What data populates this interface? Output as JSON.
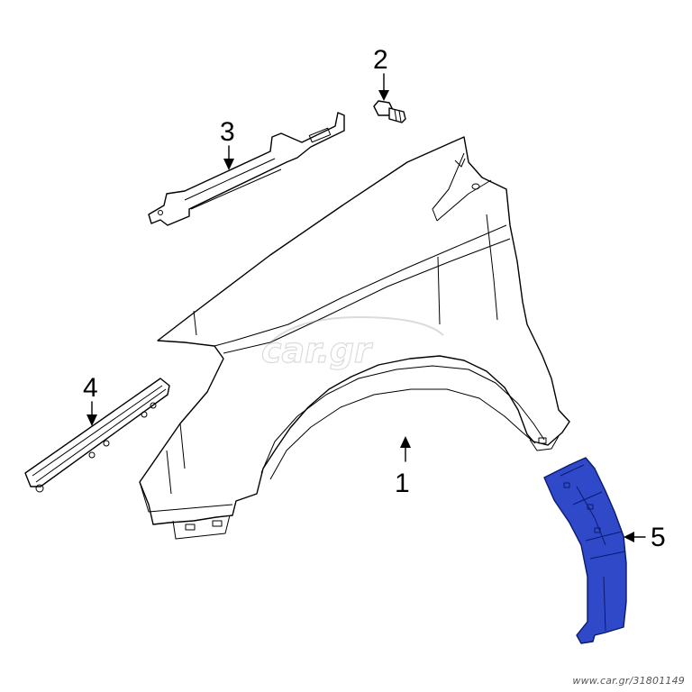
{
  "callouts": [
    {
      "id": "1",
      "label": "1"
    },
    {
      "id": "2",
      "label": "2"
    },
    {
      "id": "3",
      "label": "3"
    },
    {
      "id": "4",
      "label": "4"
    },
    {
      "id": "5",
      "label": "5"
    }
  ],
  "watermark": {
    "logo": "car.gr",
    "sub": "www.car.gr/31801149"
  },
  "colors": {
    "highlight": "#2f49c8",
    "highlight_stroke": "#0a1a6e",
    "line": "#000000"
  }
}
